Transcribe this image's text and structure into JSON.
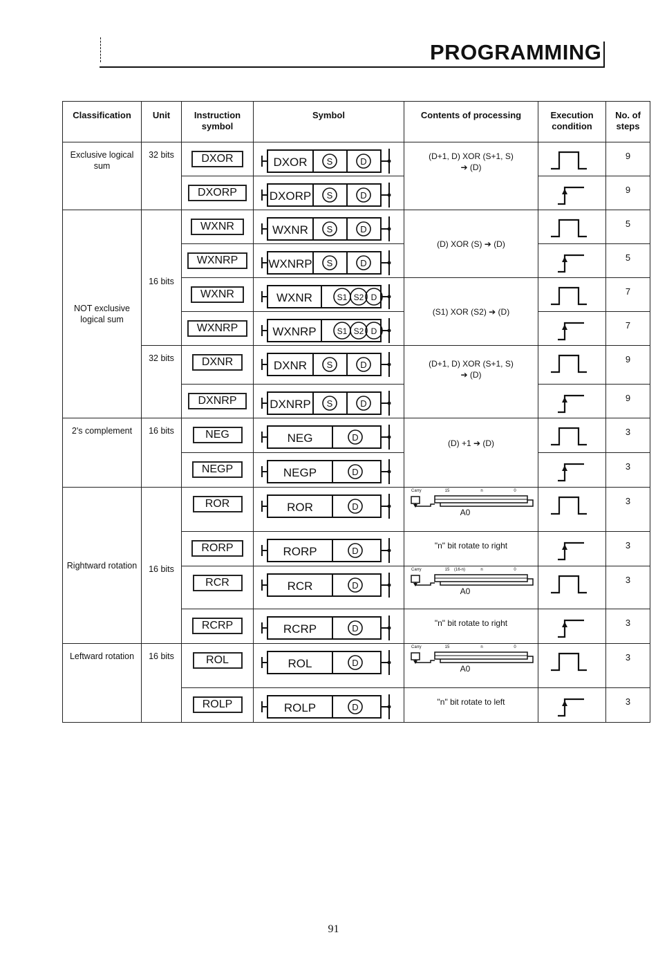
{
  "header": {
    "title": "PROGRAMMING"
  },
  "table": {
    "columns": [
      "Classification",
      "Unit",
      "Instruction symbol",
      "Symbol",
      "Contents of processing",
      "Execution condition",
      "No. of steps"
    ],
    "groups": {
      "exclusive": {
        "classification": "Exclusive logical sum",
        "unit": "32 bits"
      },
      "not_exclusive": {
        "classification": "NOT exclusive logical sum",
        "unit16": "16 bits",
        "unit32": "32 bits"
      },
      "twos": {
        "classification": "2's complement",
        "unit": "16 bits"
      },
      "right": {
        "classification": "Rightward rotation",
        "unit": "16 bits"
      },
      "left": {
        "classification": "Leftward rotation",
        "unit": "16 bits"
      }
    },
    "rows": [
      {
        "inst": "DXOR",
        "proc_line1": "(D+1, D) XOR (S+1, S)",
        "proc_line2": "➔ (D)",
        "steps": "9"
      },
      {
        "inst": "DXORP",
        "steps": "9"
      },
      {
        "inst": "WXNR",
        "proc": "(D) XOR (S) ➔ (D)",
        "steps": "5"
      },
      {
        "inst": "WXNRP",
        "steps": "5"
      },
      {
        "inst": "WXNR",
        "proc": "(S1) XOR (S2) ➔ (D)",
        "steps": "7"
      },
      {
        "inst": "WXNRP",
        "steps": "7"
      },
      {
        "inst": "DXNR",
        "proc_line1": "(D+1, D) XOR (S+1, S)",
        "proc_line2": "➔ (D)",
        "steps": "9"
      },
      {
        "inst": "DXNRP",
        "steps": "9"
      },
      {
        "inst": "NEG",
        "proc": "(D) +1 ➔ (D)",
        "steps": "3"
      },
      {
        "inst": "NEGP",
        "steps": "3"
      },
      {
        "inst": "ROR",
        "steps": "3"
      },
      {
        "inst": "RORP",
        "proc": "\"n\" bit rotate to right",
        "steps": "3"
      },
      {
        "inst": "RCR",
        "steps": "3"
      },
      {
        "inst": "RCRP",
        "proc": "\"n\" bit rotate to right",
        "steps": "3"
      },
      {
        "inst": "ROL",
        "steps": "3"
      },
      {
        "inst": "ROLP",
        "proc": "\"n\" bit rotate to left",
        "steps": "3"
      }
    ],
    "operands": {
      "s": "S",
      "d": "D",
      "s1": "S1",
      "s2": "S2"
    },
    "rot": {
      "carry": "Carry",
      "b15": "15",
      "bn": "n",
      "b0": "0",
      "b16n": "(16-n)",
      "a0": "A0"
    }
  },
  "page_number": "91"
}
